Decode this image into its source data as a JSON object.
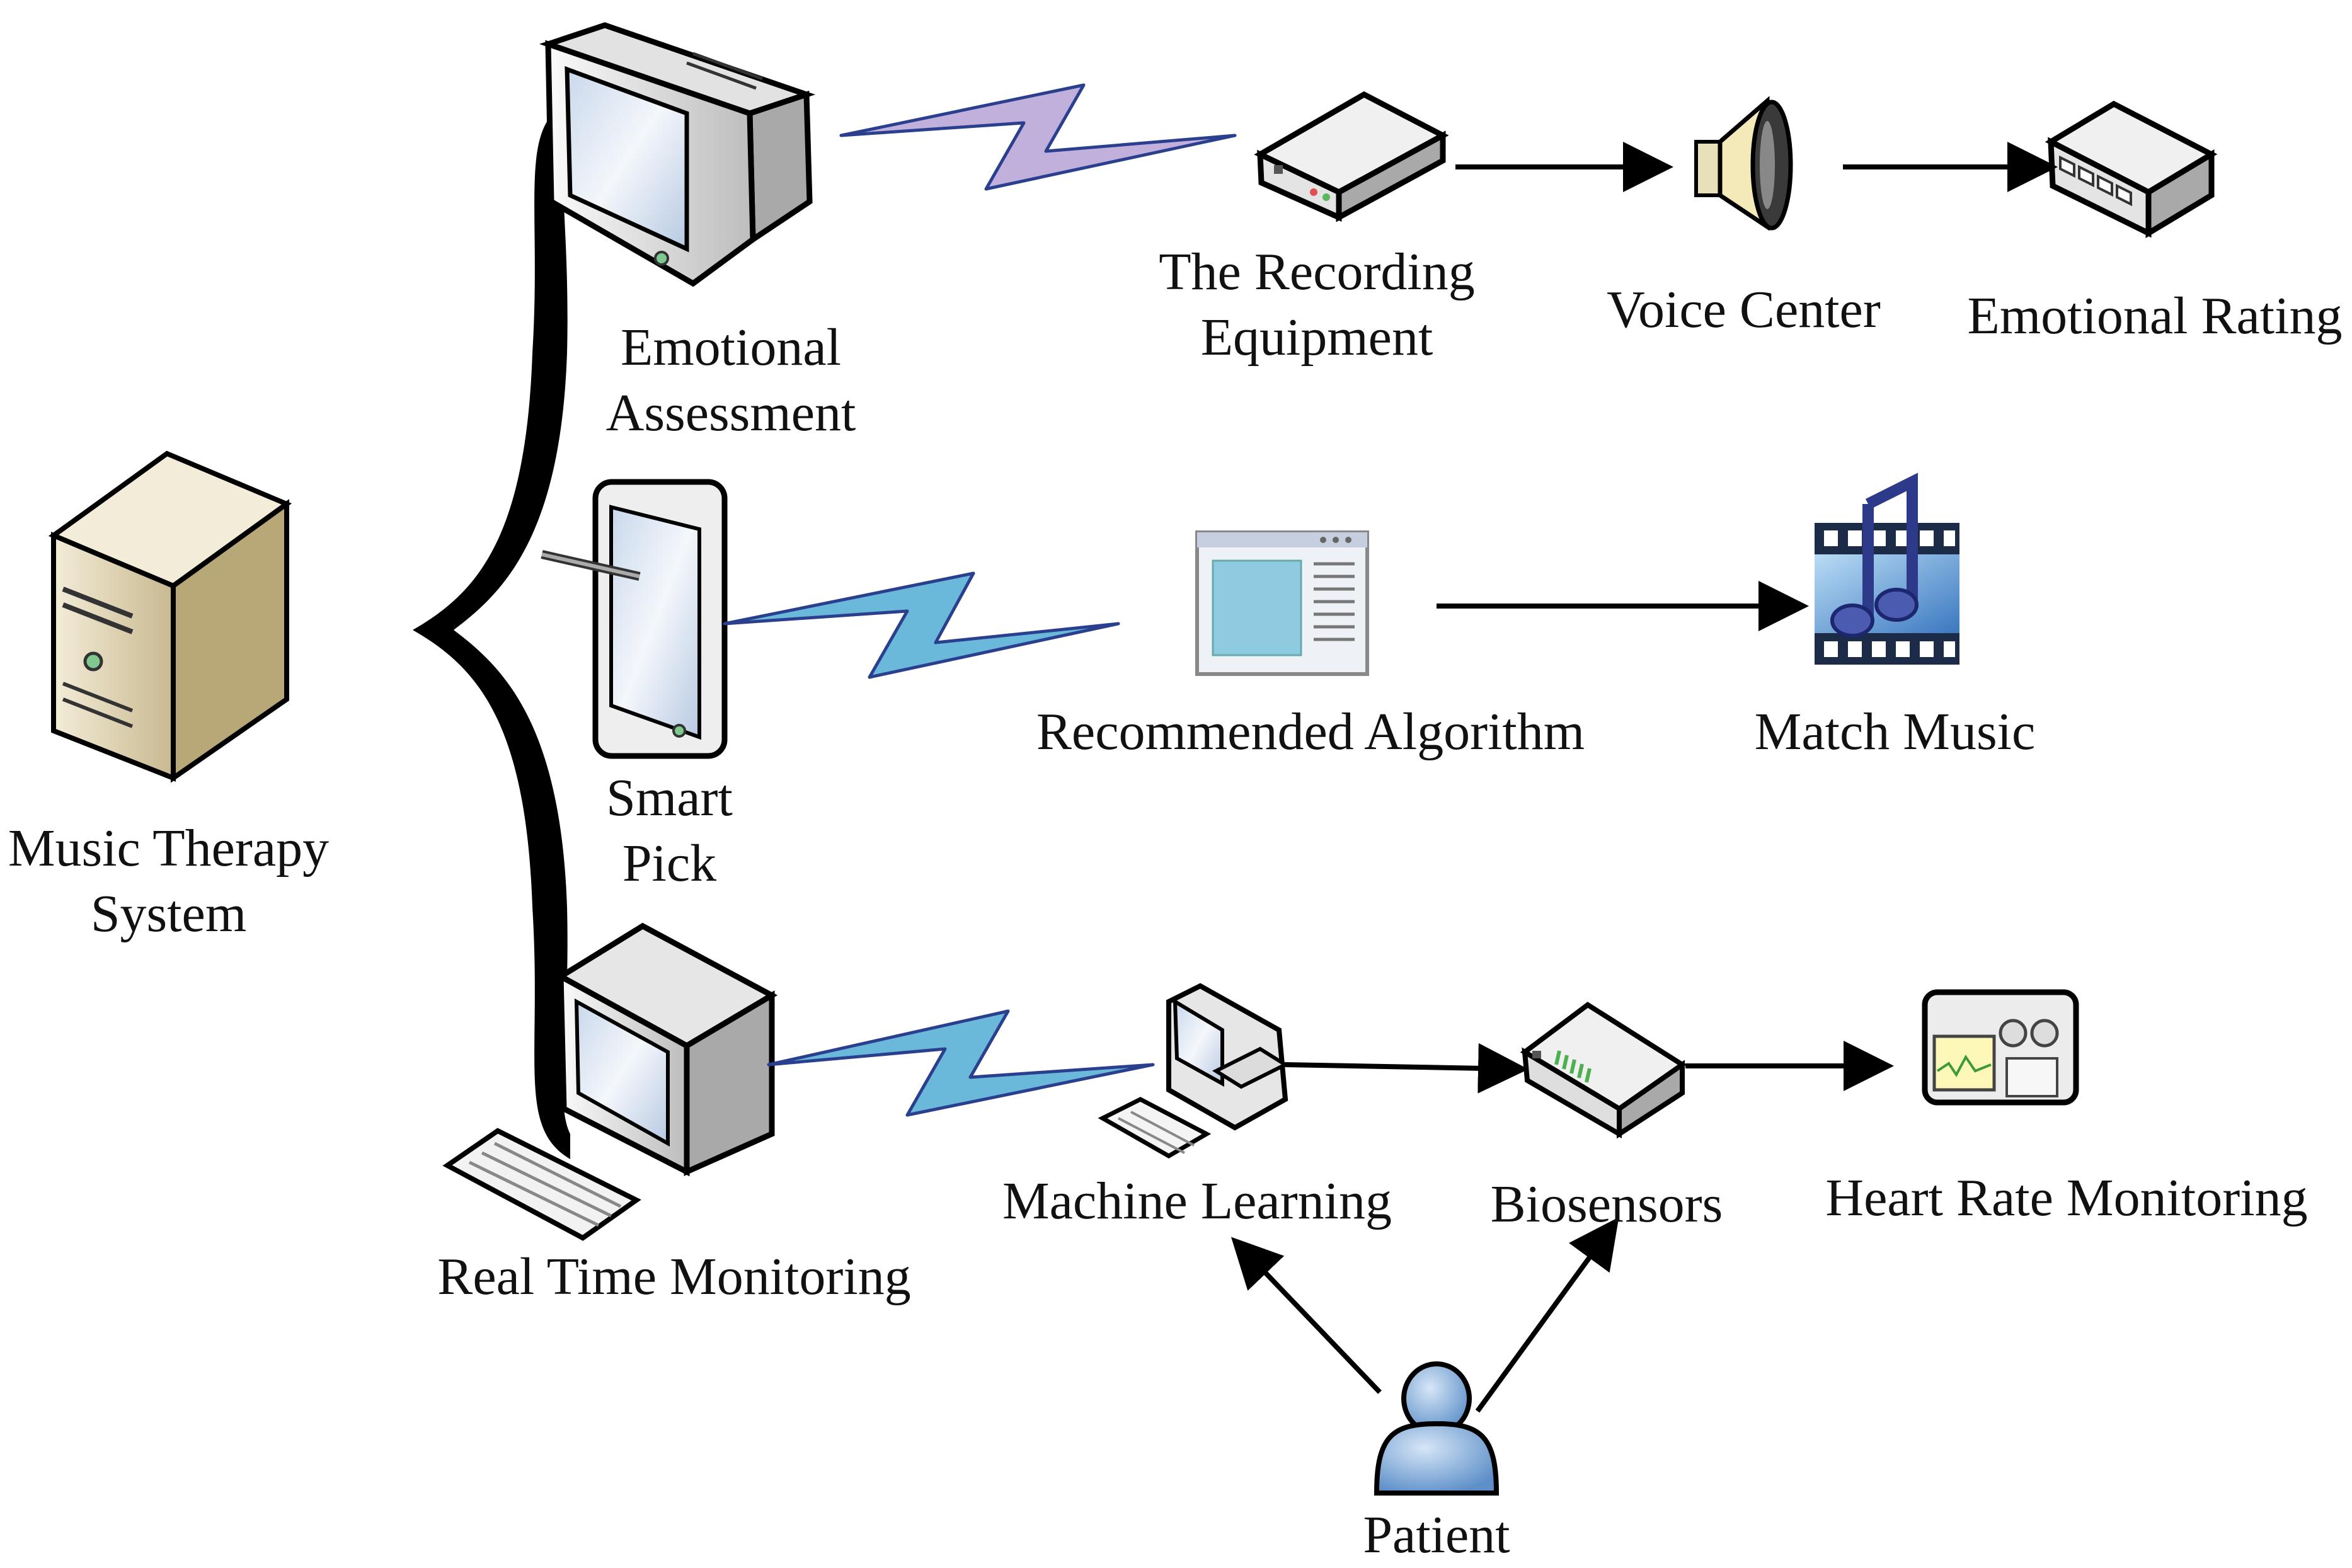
{
  "nodes": {
    "music_therapy_system": {
      "lines": [
        "Music Therapy",
        "System"
      ],
      "icon": "server-tower-icon"
    },
    "emotional_assessment": {
      "lines": [
        "Emotional",
        "Assessment"
      ],
      "icon": "crt-monitor-icon"
    },
    "smart_pick": {
      "lines": [
        "Smart",
        "Pick"
      ],
      "icon": "tablet-stylus-icon"
    },
    "real_time_monitoring": {
      "lines": [
        "Real Time Monitoring"
      ],
      "icon": "desktop-keyboard-icon"
    },
    "recording_equipment": {
      "lines": [
        "The Recording",
        "Equipment"
      ],
      "icon": "recording-device-icon"
    },
    "voice_center": {
      "lines": [
        "Voice Center"
      ],
      "icon": "speaker-icon"
    },
    "emotional_rating": {
      "lines": [
        "Emotional Rating"
      ],
      "icon": "network-switch-icon"
    },
    "recommended_algorithm": {
      "lines": [
        "Recommended Algorithm"
      ],
      "icon": "app-window-icon"
    },
    "match_music": {
      "lines": [
        "Match Music"
      ],
      "icon": "music-note-film-icon"
    },
    "machine_learning": {
      "lines": [
        "Machine Learning"
      ],
      "icon": "workstation-icon"
    },
    "biosensors": {
      "lines": [
        "Biosensors"
      ],
      "icon": "biosensor-device-icon"
    },
    "heart_rate_monitoring": {
      "lines": [
        "Heart Rate Monitoring"
      ],
      "icon": "monitor-device-icon"
    },
    "patient": {
      "lines": [
        "Patient"
      ],
      "icon": "person-icon"
    }
  },
  "colors": {
    "lightning_purple": "#c2b0dc",
    "lightning_blue": "#6ab8da",
    "lightning_outline": "#2b3f8f",
    "brace": "#000000",
    "arrow": "#000000",
    "device_gray": "#e6e6e6",
    "screen": "#d8e6f4",
    "server_beige": "#d9ceb0",
    "person_blue": "#7ea9d9"
  }
}
